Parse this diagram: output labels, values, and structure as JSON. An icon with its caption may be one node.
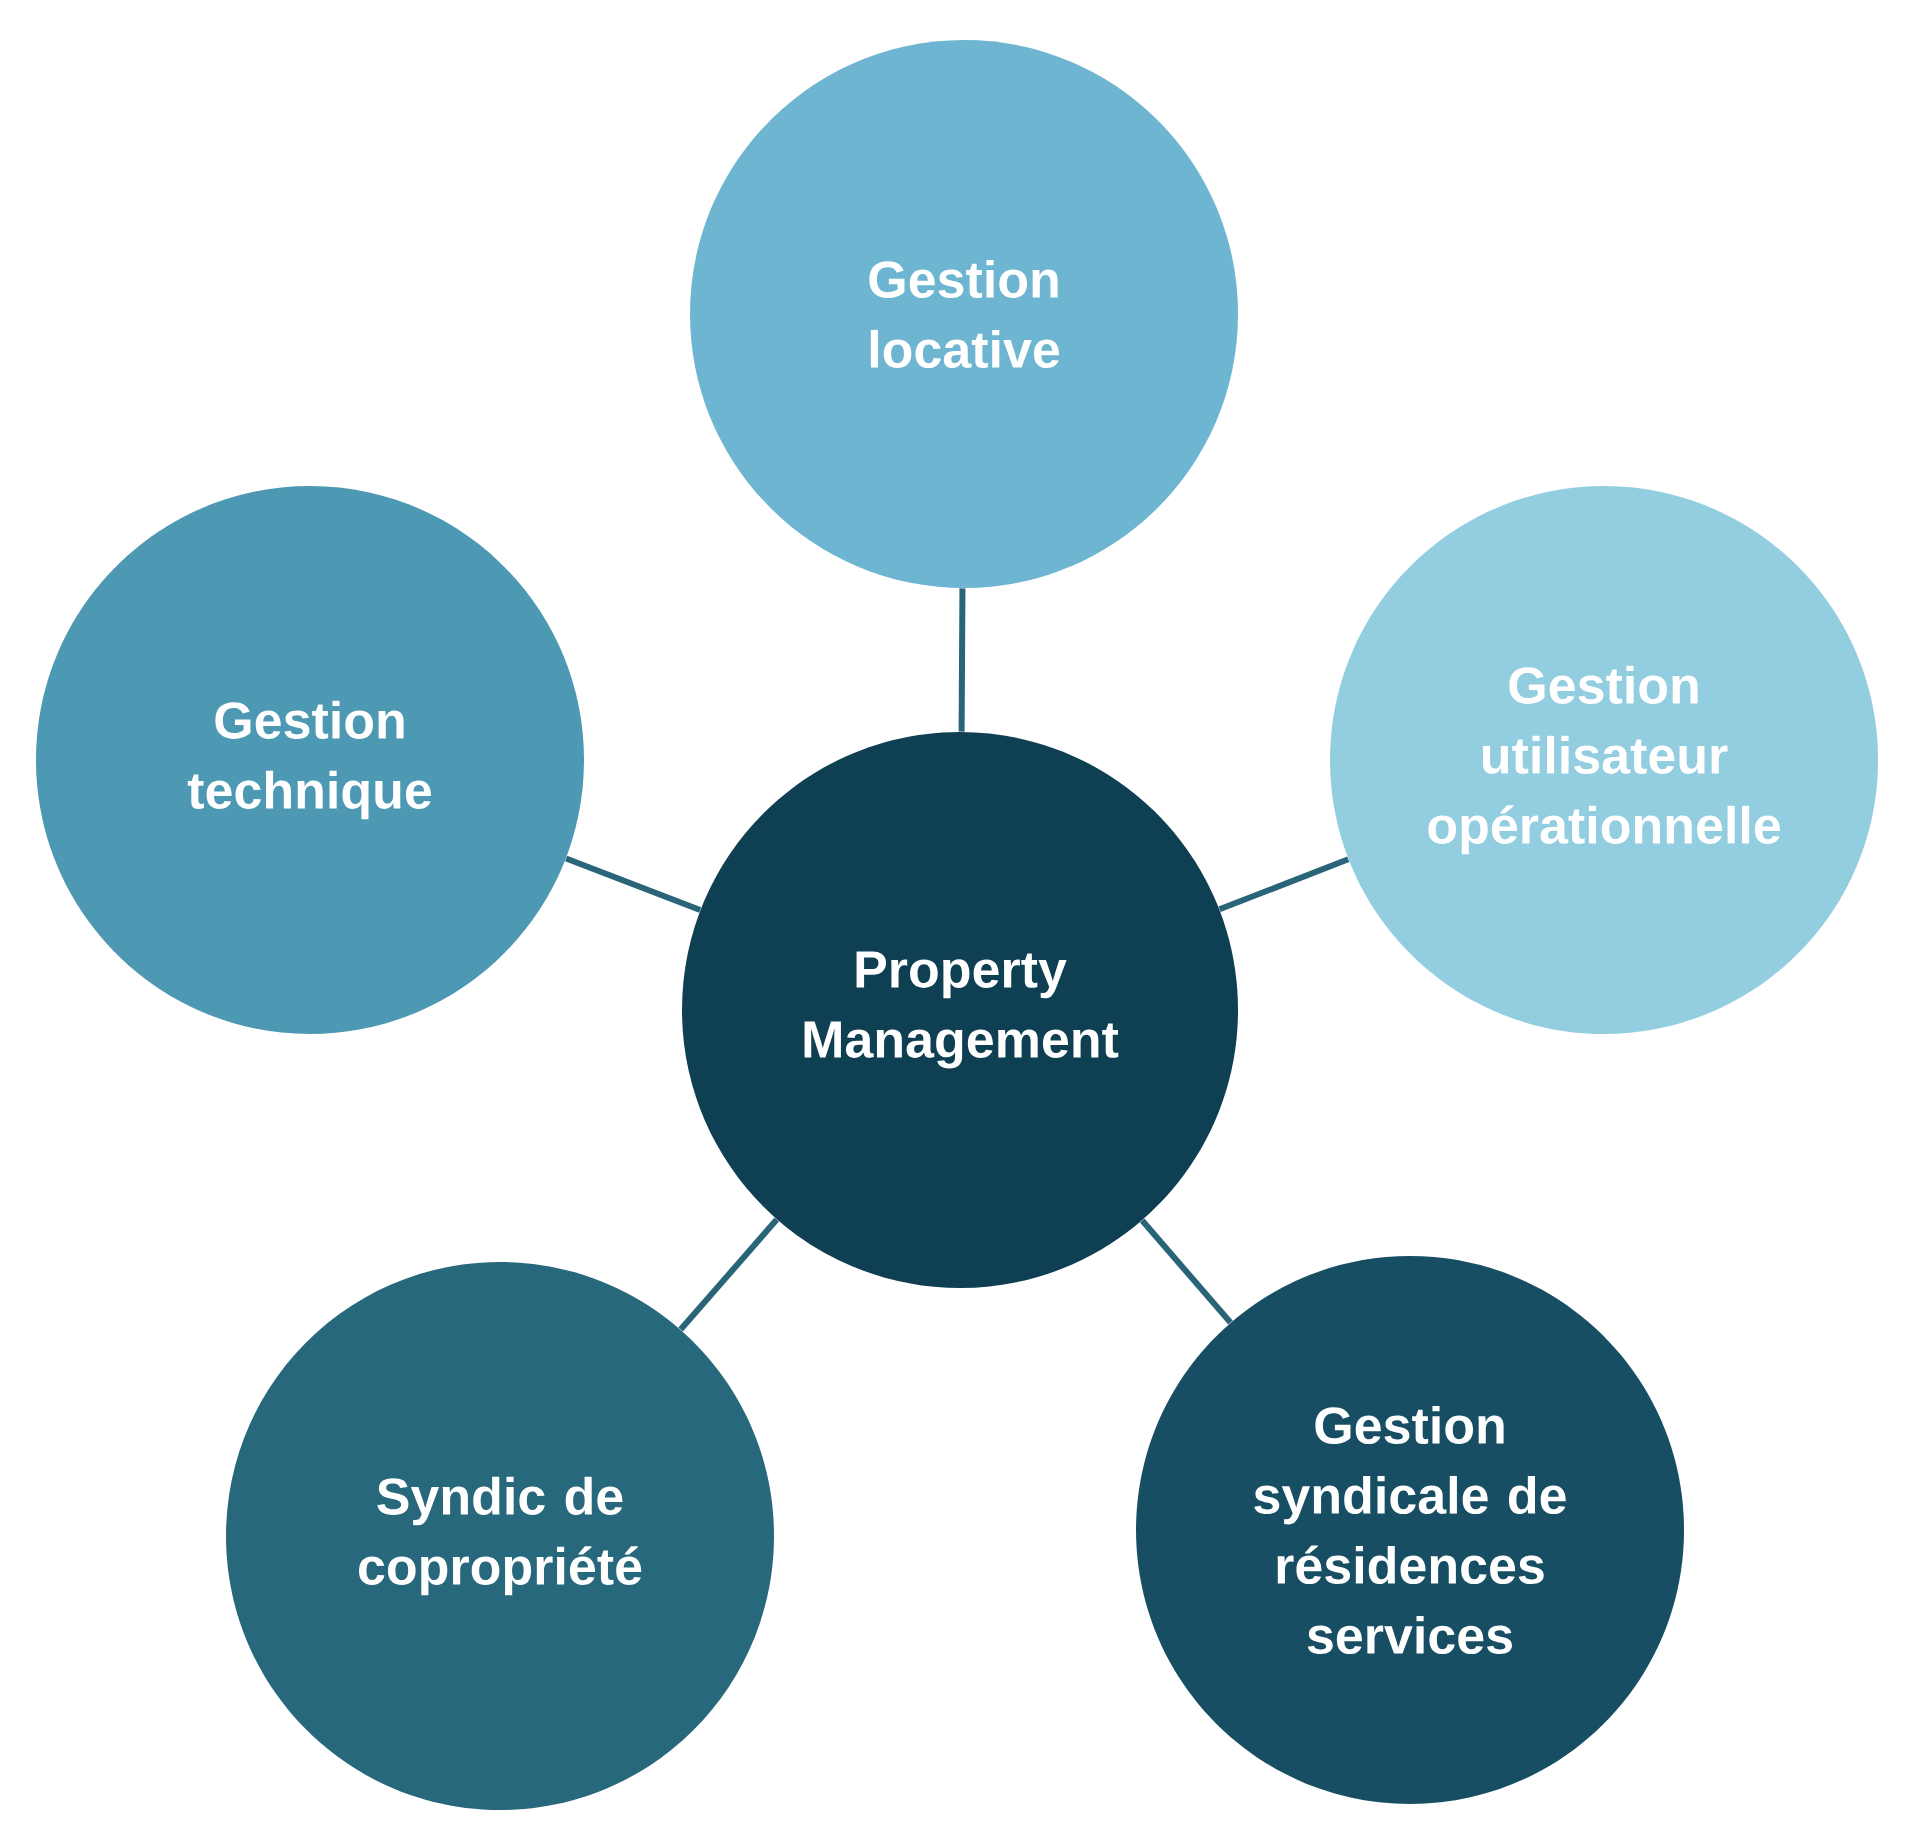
{
  "diagram": {
    "nodes": [
      {
        "text": [
          "Property Management"
        ]
      },
      {
        "text": [
          "Gestion locative"
        ]
      },
      {
        "text": [
          "Gestion utilisateur opérationnelle"
        ]
      },
      {
        "text": [
          "Gestion syndicale de résidences services"
        ]
      },
      {
        "text": [
          "Syndic de copropriété"
        ]
      },
      {
        "text": [
          "Gestion technique"
        ]
      }
    ],
    "edges": [
      {
        "from": 0,
        "to": 1,
        "arrow": "none"
      },
      {
        "from": 0,
        "to": 2,
        "arrow": "none"
      },
      {
        "from": 0,
        "to": 3,
        "arrow": "none"
      },
      {
        "from": 0,
        "to": 4,
        "arrow": "none"
      },
      {
        "from": 0,
        "to": 5,
        "arrow": "none"
      }
    ]
  }
}
